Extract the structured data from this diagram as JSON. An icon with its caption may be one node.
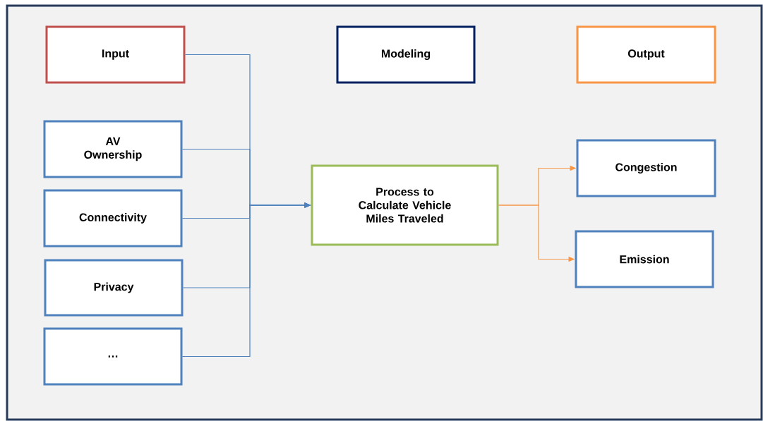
{
  "diagram": {
    "nodes": [
      {
        "text": [
          "Input"
        ]
      },
      {
        "text": [
          "Modeling"
        ]
      },
      {
        "text": [
          "Output"
        ]
      },
      {
        "text": [
          "AV Ownership"
        ]
      },
      {
        "text": [
          "Connectivity"
        ]
      },
      {
        "text": [
          "Privacy"
        ]
      },
      {
        "text": [
          "…"
        ]
      },
      {
        "text": [
          "Process to Calculate Vehicle Miles Traveled"
        ]
      },
      {
        "text": [
          "Congestion"
        ]
      },
      {
        "text": [
          "Emission"
        ]
      }
    ],
    "edges": [
      {
        "from": 0,
        "to": 7,
        "arrow": "to"
      },
      {
        "from": 3,
        "to": 7,
        "arrow": "to"
      },
      {
        "from": 4,
        "to": 7,
        "arrow": "to"
      },
      {
        "from": 5,
        "to": 7,
        "arrow": "to"
      },
      {
        "from": 6,
        "to": 7,
        "arrow": "to"
      },
      {
        "from": 7,
        "to": 8,
        "arrow": "to",
        "color": "#f79646"
      },
      {
        "from": 7,
        "to": 9,
        "arrow": "to",
        "color": "#f79646"
      }
    ]
  }
}
